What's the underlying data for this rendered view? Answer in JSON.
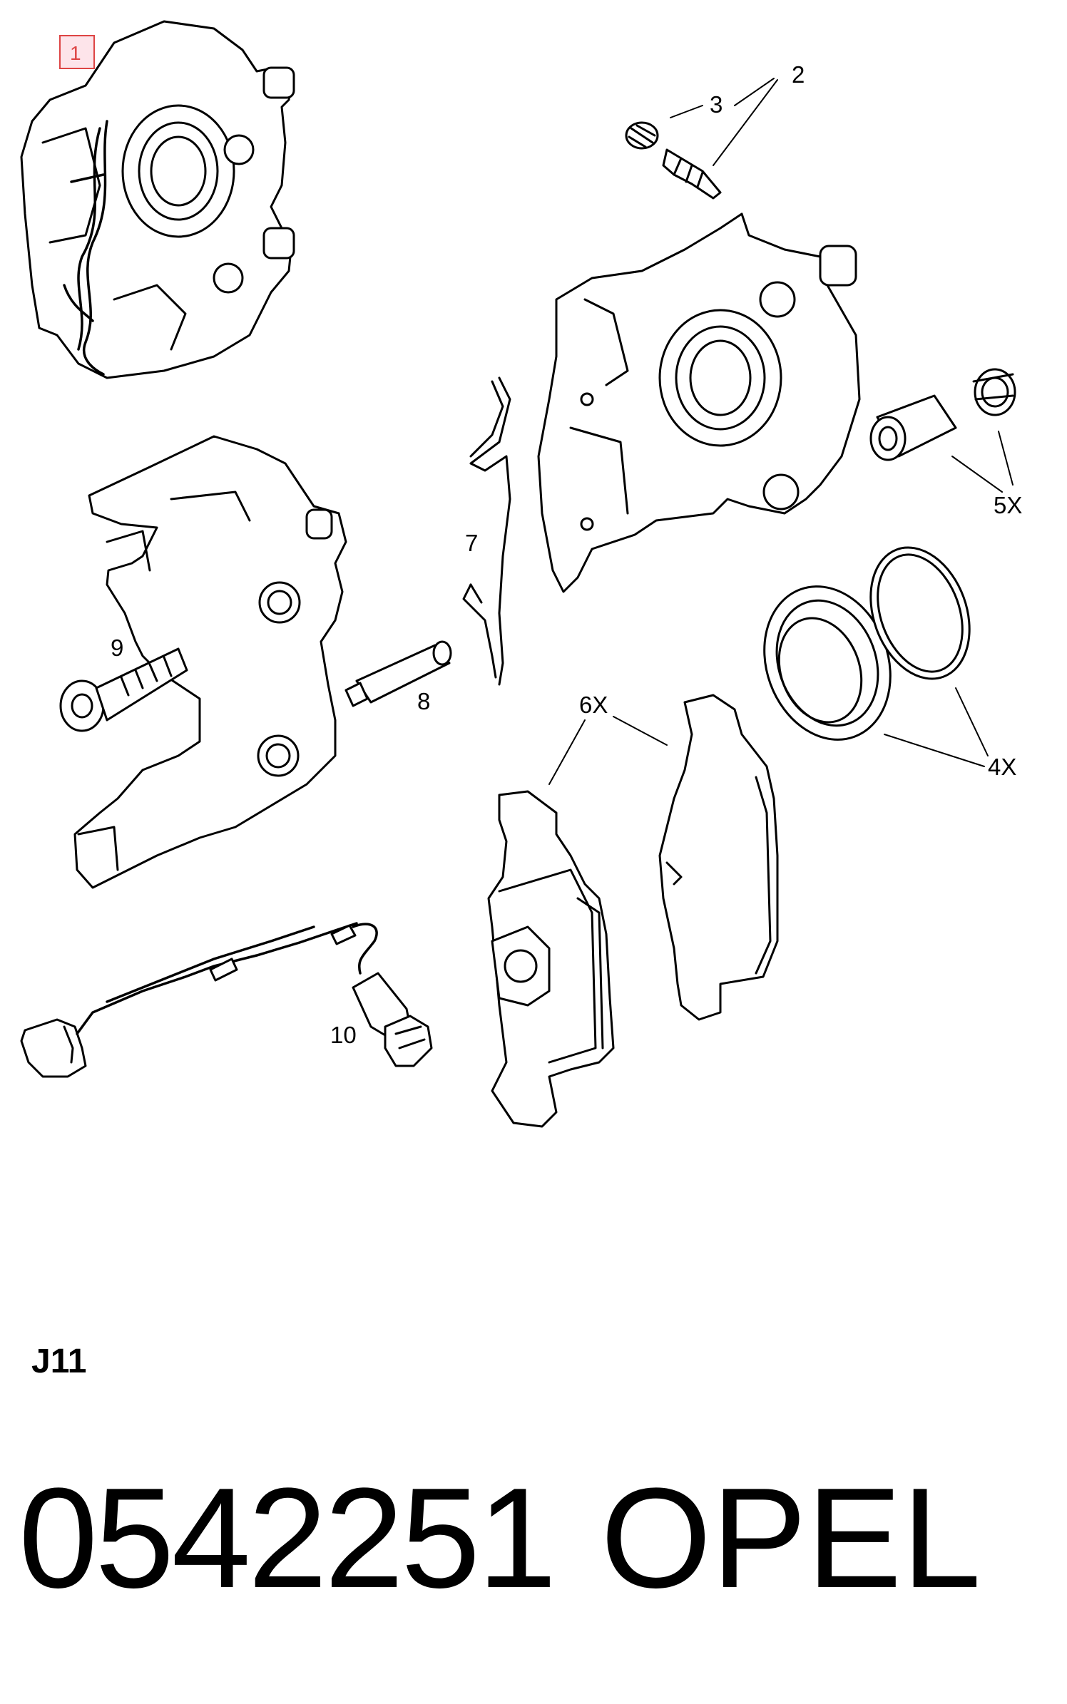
{
  "diagram": {
    "callouts": {
      "c1": "1",
      "c2": "2",
      "c3": "3",
      "c4": "4X",
      "c5": "5X",
      "c6": "6X",
      "c7": "7",
      "c8": "8",
      "c9": "9",
      "c10": "10"
    }
  },
  "section_code": "J11",
  "part_number": "0542251",
  "brand": "OPEL",
  "colors": {
    "highlight_fill": "#fde4ea",
    "highlight_border": "#dd4444",
    "ink": "#000000"
  }
}
